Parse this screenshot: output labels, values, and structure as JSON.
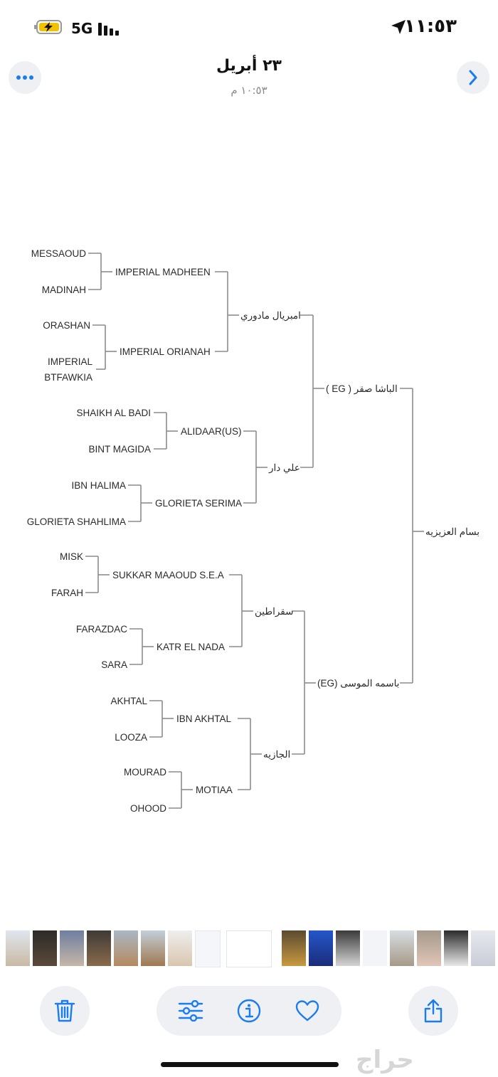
{
  "status_bar": {
    "time": "١١:٥٣",
    "network": "5G"
  },
  "header": {
    "date": "٢٣ أبريل",
    "time": "١٠:٥٣ م"
  },
  "pedigree": {
    "root": "بسام العزيزيه",
    "sire": "الباشا صقر ( EG )",
    "dam": "باسمه الموسى (EG)",
    "sire_sire": "امبريال مادوري",
    "sire_dam": "علي دار",
    "dam_sire": "سقراطين",
    "dam_dam": "الجازيه",
    "g3": [
      "IMPERIAL MADHEEN",
      "IMPERIAL ORIANAH",
      "ALIDAAR(US)",
      "GLORIETA SERIMA",
      "SUKKAR MAAOUD S.E.A",
      "KATR EL NADA",
      "IBN AKHTAL",
      "MOTIAA"
    ],
    "g4": [
      "MESSAOUD",
      "MADINAH",
      "ORASHAN",
      "IMPERIAL",
      "BTFAWKIA",
      "SHAIKH AL BADI",
      "BINT MAGIDA",
      "IBN HALIMA",
      "GLORIETA SHAHLIMA",
      "MISK",
      "FARAH",
      "FARAZDAC",
      "SARA",
      "AKHTAL",
      "LOOZA",
      "MOURAD",
      "OHOOD"
    ]
  },
  "watermark": "حراج",
  "colors": {
    "accent": "#1a7cf0",
    "line": "#8c8c8c",
    "button_bg": "#eef0f3"
  },
  "icons": [
    "location-arrow-icon",
    "battery-charging-icon",
    "signal-bars-icon",
    "more-icon",
    "chevron-right-icon",
    "trash-icon",
    "sliders-icon",
    "info-icon",
    "heart-icon",
    "share-icon"
  ]
}
